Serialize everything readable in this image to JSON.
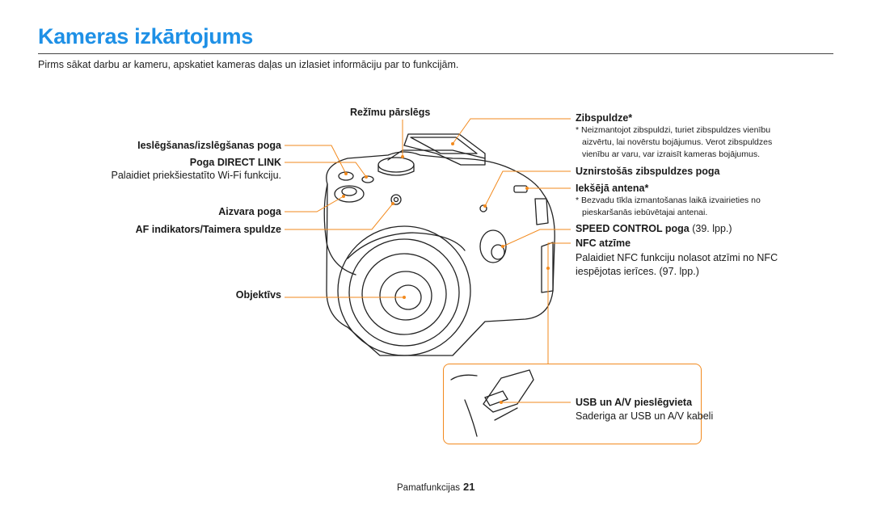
{
  "page": {
    "title": "Kameras izkārtojums",
    "intro": "Pirms sākat darbu ar kameru, apskatiet kameras daļas un izlasiet informāciju par to funkcijām."
  },
  "labels_left": {
    "mode_dial": "Režīmu pārslēgs",
    "power_button": "Ieslēgšanas/izslēgšanas poga",
    "direct_link": "Poga DIRECT LINK",
    "direct_link_desc": "Palaidiet priekšiestatīto Wi-Fi funkciju.",
    "shutter": "Aizvara poga",
    "af_lamp": "AF indikators/Taimera spuldze",
    "lens": "Objektīvs"
  },
  "labels_right": {
    "flash": "Zibspuldze*",
    "flash_note_1": "* Neizmantojot zibspuldzi, turiet zibspuldzes vienību",
    "flash_note_2": "aizvērtu, lai novērstu bojājumus. Verot zibspuldzes",
    "flash_note_3": "vienību ar varu, var izraisīt kameras bojājumus.",
    "popup": "Uznirstošās zibspuldzes poga",
    "antenna": "Iekšējā antena*",
    "antenna_note_1": "* Bezvadu tīkla izmantošanas laikā izvairieties no",
    "antenna_note_2": "pieskaršanās iebūvētajai antenai.",
    "speed_control": "SPEED CONTROL poga",
    "speed_control_ref": " (39. lpp.)",
    "nfc": "NFC atzīme",
    "nfc_desc_1": "Palaidiet NFC funkciju nolasot atzīmi no NFC",
    "nfc_desc_2": "iespējotas ierīces. (97. lpp.)",
    "usb": "USB un A/V pieslēgvieta",
    "usb_desc": "Saderiga ar USB un A/V kabeli"
  },
  "footer": {
    "section": "Pamatfunkcijas",
    "page_number": "21"
  },
  "colors": {
    "title_blue": "#1e90e6",
    "callout_orange": "#f28a1e",
    "line_art": "#222222"
  }
}
